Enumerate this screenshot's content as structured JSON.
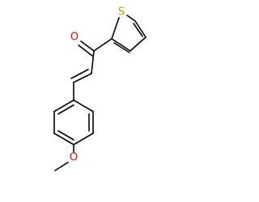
{
  "molecule": {
    "atoms": {
      "carbonyl_oxygen": "O",
      "thiophene_sulfur": "S",
      "ether_oxygen": "O"
    },
    "colors": {
      "bond": "#000000",
      "oxygen": "#ff0000",
      "sulfur": "#b8a000"
    }
  }
}
